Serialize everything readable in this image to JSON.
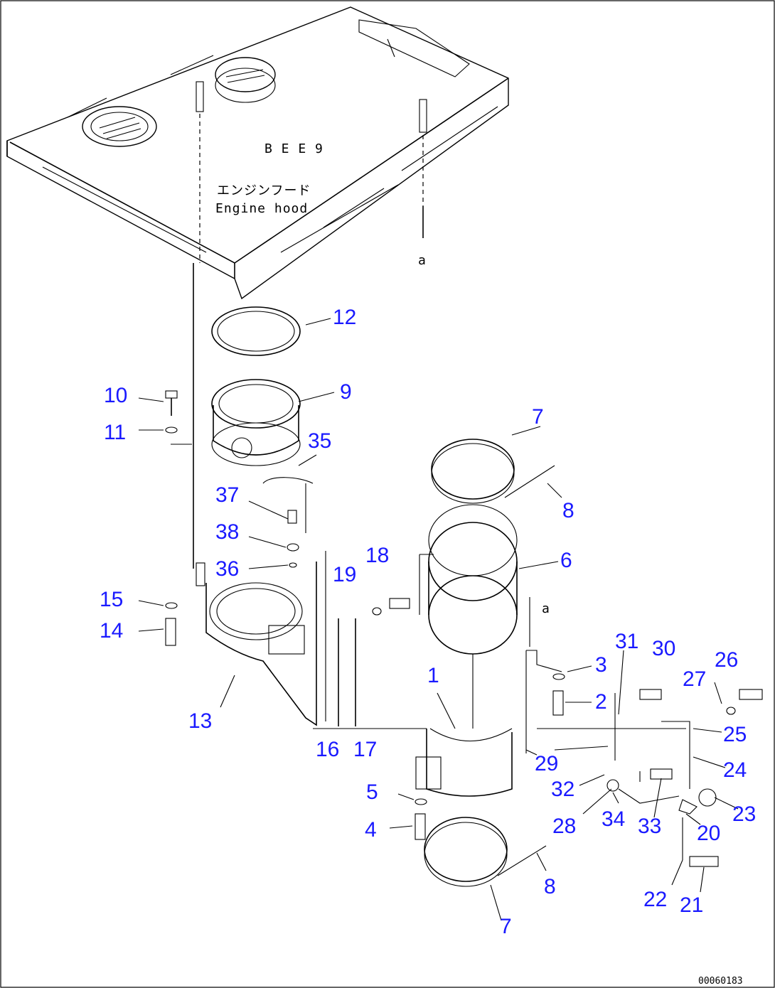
{
  "hood": {
    "label_jp": "エンジンフード",
    "label_en": "Engine hood",
    "mark1": "a",
    "mark2": "a"
  },
  "callouts": [
    "1",
    "2",
    "3",
    "4",
    "5",
    "6",
    "7",
    "7",
    "8",
    "8",
    "9",
    "10",
    "11",
    "12",
    "13",
    "14",
    "15",
    "16",
    "17",
    "18",
    "19",
    "20",
    "21",
    "22",
    "23",
    "24",
    "25",
    "26",
    "27",
    "28",
    "29",
    "30",
    "31",
    "32",
    "33",
    "34",
    "35",
    "36",
    "37",
    "38"
  ],
  "drawing_code": "00060183"
}
